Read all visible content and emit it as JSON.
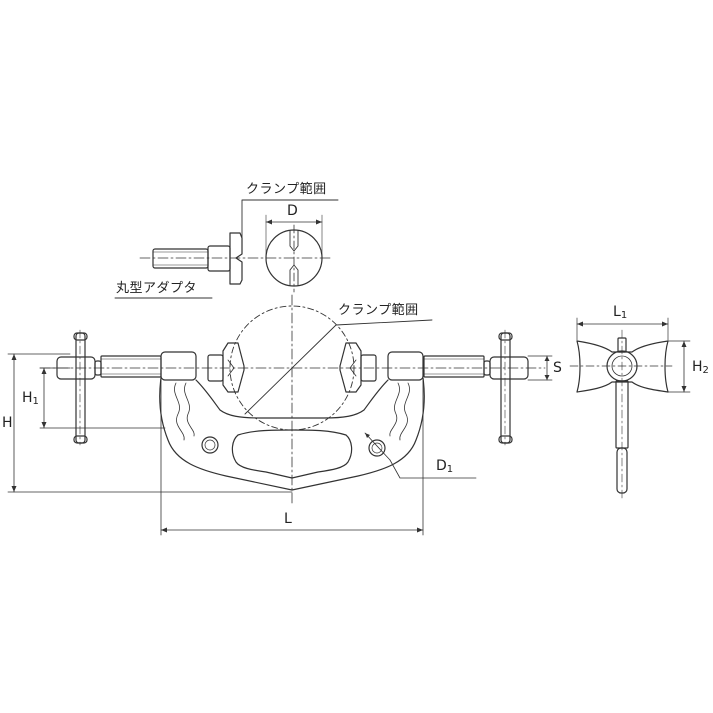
{
  "diagram": {
    "subject": "pipe clamp technical drawing",
    "callouts": {
      "clamp_range_top": "クランプ範囲",
      "clamp_range_main": "クランプ範囲",
      "round_adapter": "丸型アダプタ"
    },
    "dimensions": {
      "D": "D",
      "H": "H",
      "H1": {
        "main": "H",
        "sub": "1"
      },
      "L": "L",
      "D1": {
        "main": "D",
        "sub": "1"
      },
      "S": "S",
      "L1": {
        "main": "L",
        "sub": "1"
      },
      "H2": {
        "main": "H",
        "sub": "2"
      }
    },
    "colors": {
      "line": "#333333",
      "background": "#ffffff"
    }
  }
}
